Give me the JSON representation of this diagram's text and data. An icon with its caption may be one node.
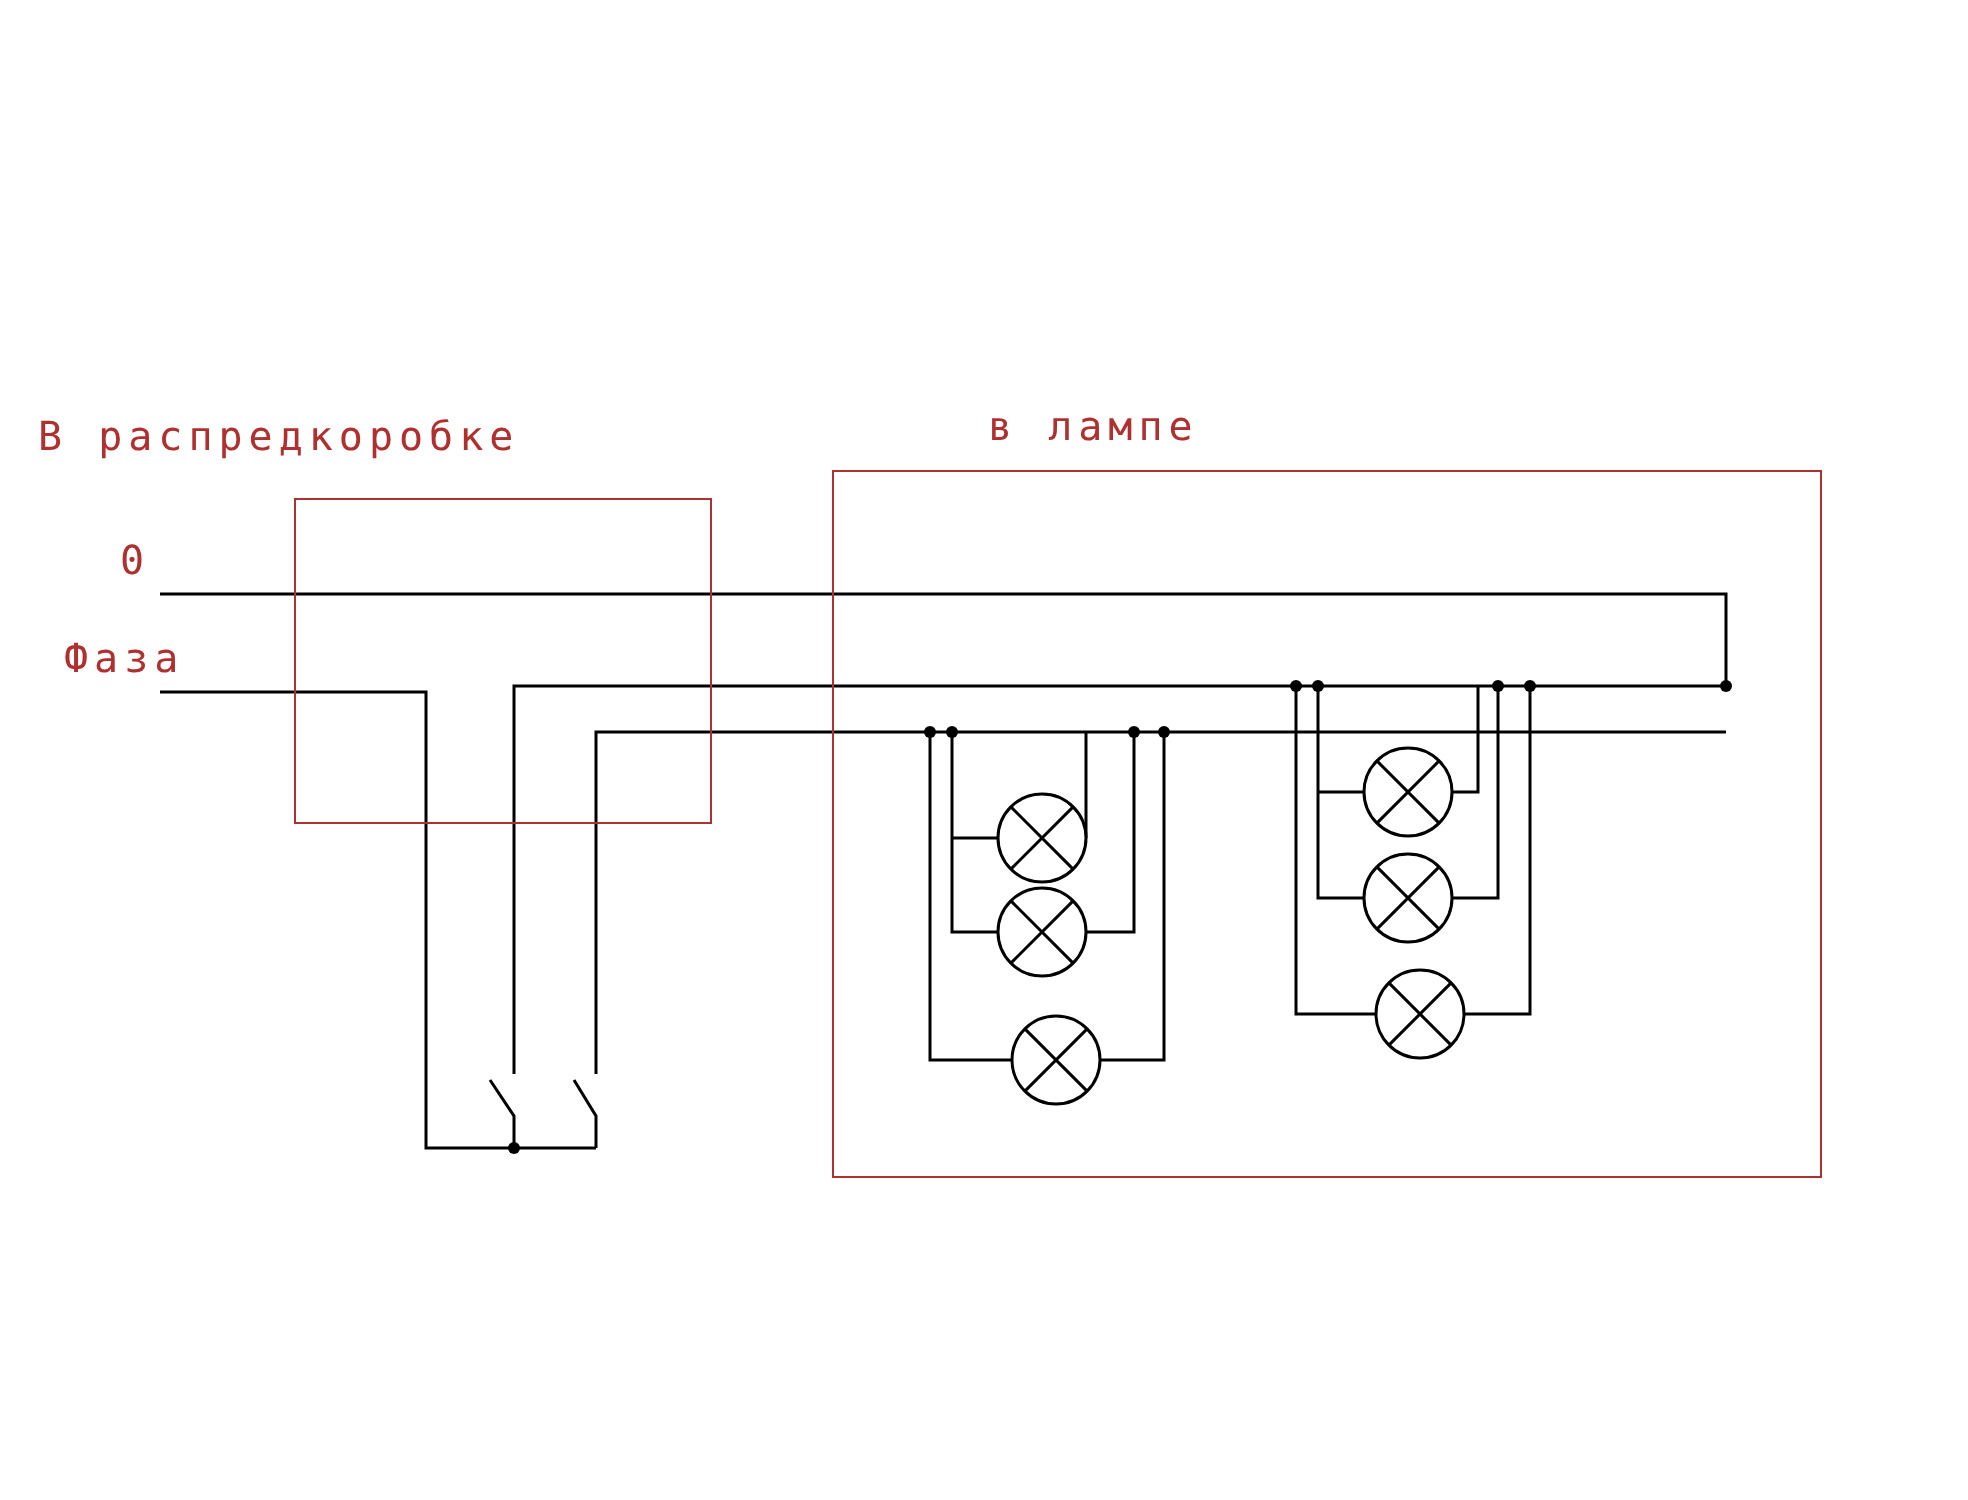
{
  "diagram": {
    "nodes": [
      {
        "text": [
          "В распредкоробке"
        ]
      },
      {
        "text": [
          "в лампе"
        ]
      }
    ],
    "labels": [
      "0",
      "Фаза"
    ]
  }
}
